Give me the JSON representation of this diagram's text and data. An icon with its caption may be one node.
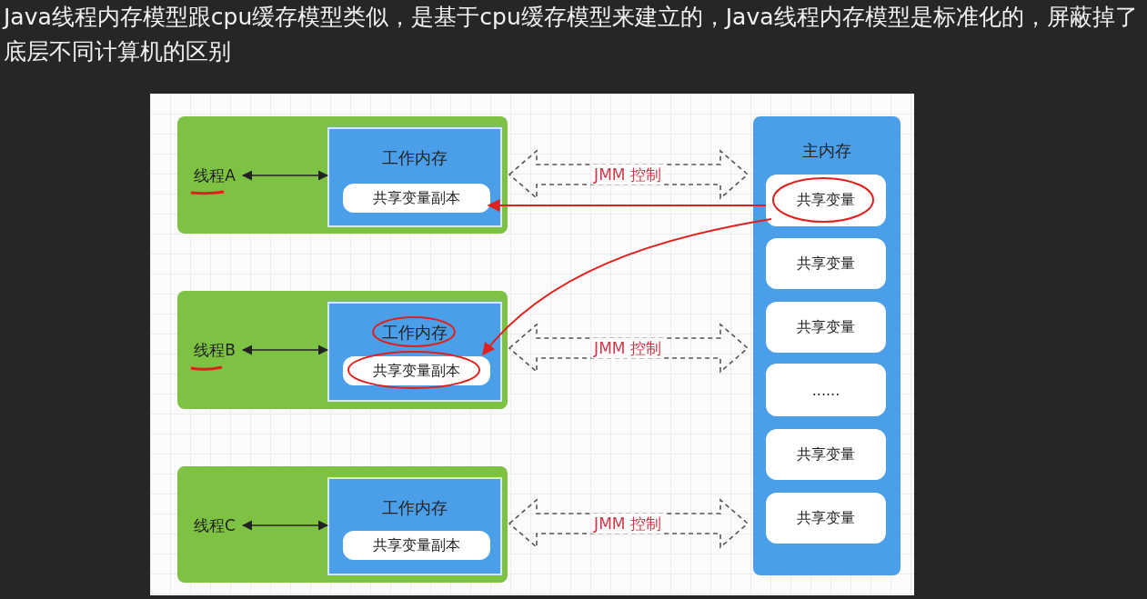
{
  "diagram": {
    "title": "Java线程内存模型跟cpu缓存模型类似，是基于cpu缓存模型来建立的，Java线程内存模型是标准化的，屏蔽掉了底层不同计算机的区别",
    "nodes": [
      {
        "text": [],
        "shape": "box"
      },
      {
        "text": [
          "线程A"
        ],
        "in": 0
      },
      {
        "text": [
          "工作内存"
        ],
        "in": 0
      },
      {
        "text": [
          "共享变量副本"
        ],
        "in": 2
      },
      {
        "text": [],
        "shape": "box"
      },
      {
        "text": [
          "线程B"
        ],
        "in": 4
      },
      {
        "text": [
          "工作内存"
        ],
        "in": 4
      },
      {
        "text": [
          "共享变量副本"
        ],
        "in": 6
      },
      {
        "text": [],
        "shape": "box"
      },
      {
        "text": [
          "线程C"
        ],
        "in": 8
      },
      {
        "text": [
          "工作内存"
        ],
        "in": 8
      },
      {
        "text": [
          "共享变量副本"
        ],
        "in": 10
      },
      {
        "text": [
          "主内存"
        ]
      },
      {
        "text": [
          "共享变量"
        ],
        "in": 12
      },
      {
        "text": [
          "共享变量"
        ],
        "in": 12
      },
      {
        "text": [
          "共享变量"
        ],
        "in": 12
      },
      {
        "text": [
          "......"
        ],
        "in": 12
      },
      {
        "text": [
          "共享变量"
        ],
        "in": 12
      },
      {
        "text": [
          "共享变量"
        ],
        "in": 12
      }
    ],
    "edges": [
      {
        "from": 1,
        "to": 2,
        "arrow": "both"
      },
      {
        "from": 5,
        "to": 6,
        "arrow": "both"
      },
      {
        "from": 9,
        "to": 10,
        "arrow": "both"
      },
      {
        "from": 2,
        "to": 12,
        "arrow": "both",
        "label": "JMM 控制",
        "style": "dashed"
      },
      {
        "from": 6,
        "to": 12,
        "arrow": "both",
        "label": "JMM 控制",
        "style": "dashed"
      },
      {
        "from": 10,
        "to": 12,
        "arrow": "both",
        "label": "JMM 控制",
        "style": "dashed"
      },
      {
        "from": 13,
        "to": 3,
        "arrow": "to",
        "color": "#e0201c"
      },
      {
        "from": 13,
        "to": 7,
        "arrow": "to",
        "color": "#e0201c"
      }
    ]
  }
}
